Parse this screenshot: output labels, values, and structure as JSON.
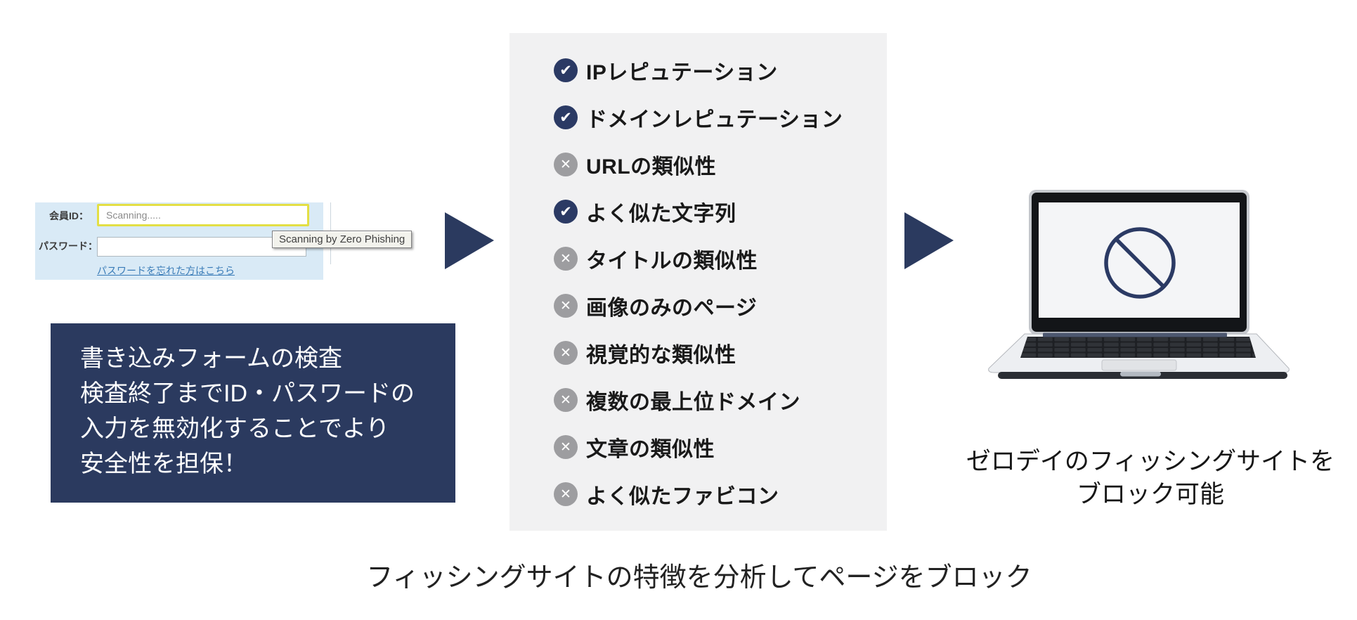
{
  "login_screenshot": {
    "member_id_label": "会員ID：",
    "member_id_value": "Scanning.....",
    "password_label": "パスワード：",
    "password_value": "",
    "forgot_password_link": "パスワードを忘れた方はこちら",
    "tooltip": "Scanning by Zero Phishing"
  },
  "info_box": {
    "lines": [
      "書き込みフォームの検査",
      "検査終了までID・パスワードの",
      "入力を無効化することでより",
      "安全性を担保！"
    ]
  },
  "analysis_panel": {
    "items": [
      {
        "label": "IPレピュテーション",
        "status": "check"
      },
      {
        "label": "ドメインレピュテーション",
        "status": "check"
      },
      {
        "label": "URLの類似性",
        "status": "cross"
      },
      {
        "label": "よく似た文字列",
        "status": "check"
      },
      {
        "label": "タイトルの類似性",
        "status": "cross"
      },
      {
        "label": "画像のみのページ",
        "status": "cross"
      },
      {
        "label": "視覚的な類似性",
        "status": "cross"
      },
      {
        "label": "複数の最上位ドメイン",
        "status": "cross"
      },
      {
        "label": "文章の類似性",
        "status": "cross"
      },
      {
        "label": "よく似たファビコン",
        "status": "cross"
      }
    ]
  },
  "icons": {
    "check": "✔",
    "cross": "✕"
  },
  "result_caption": {
    "line1": "ゼロデイのフィッシングサイトを",
    "line2": "ブロック可能"
  },
  "bottom_caption": "フィッシングサイトの特徴を分析してページをブロック",
  "colors": {
    "navy": "#2b3a5f",
    "check_icon_bg": "#2b3a64",
    "cross_icon_bg": "#9d9da0",
    "panel_bg": "#f1f1f2",
    "form_bg": "#d9eaf6",
    "scan_highlight_border": "#e3df45"
  }
}
